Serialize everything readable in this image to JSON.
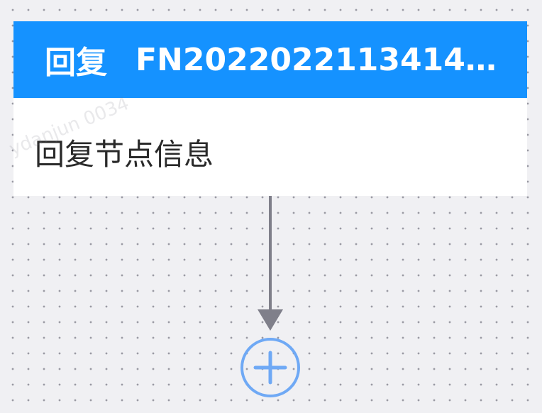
{
  "node": {
    "type_label": "回复",
    "id_label": "FN2022022113414…",
    "description": "回复节点信息"
  },
  "watermark": {
    "text": "ydanjun 0034"
  },
  "colors": {
    "header_bg": "#1592ff",
    "header_text": "#ffffff",
    "card_bg": "#ffffff",
    "canvas_bg": "#f0f0f3",
    "connector": "#7f7f8a",
    "add_button": "#6fa9f5"
  },
  "icons": {
    "add": "plus-circle-icon",
    "arrow": "arrow-down-icon"
  }
}
